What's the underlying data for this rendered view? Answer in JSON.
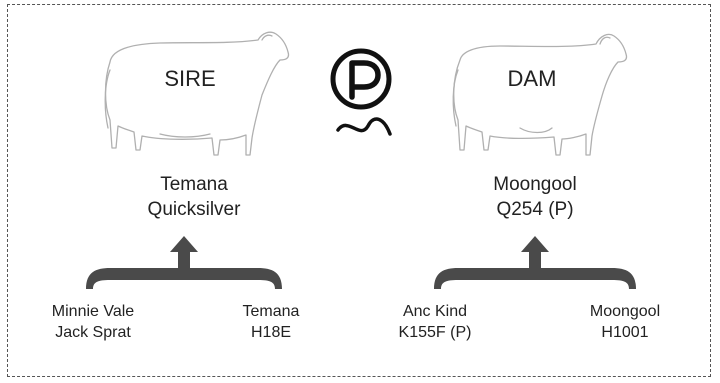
{
  "sire": {
    "tag": "SIRE",
    "name_line1": "Temana",
    "name_line2": "Quicksilver",
    "parent_left": {
      "line1": "Minnie Vale",
      "line2": "Jack Sprat"
    },
    "parent_right": {
      "line1": "Temana",
      "line2": "H18E"
    }
  },
  "dam": {
    "tag": "DAM",
    "name_line1": "Moongool",
    "name_line2": "Q254 (P)",
    "parent_left": {
      "line1": "Anc Kind",
      "line2": "K155F (P)"
    },
    "parent_right": {
      "line1": "Moongool",
      "line2": "H1001"
    }
  },
  "center_symbol": {
    "icon": "polled-p-icon",
    "letter": "P"
  },
  "colors": {
    "bracket": "#4a4a4a",
    "outline": "#b0b0b0",
    "text": "#222222"
  }
}
